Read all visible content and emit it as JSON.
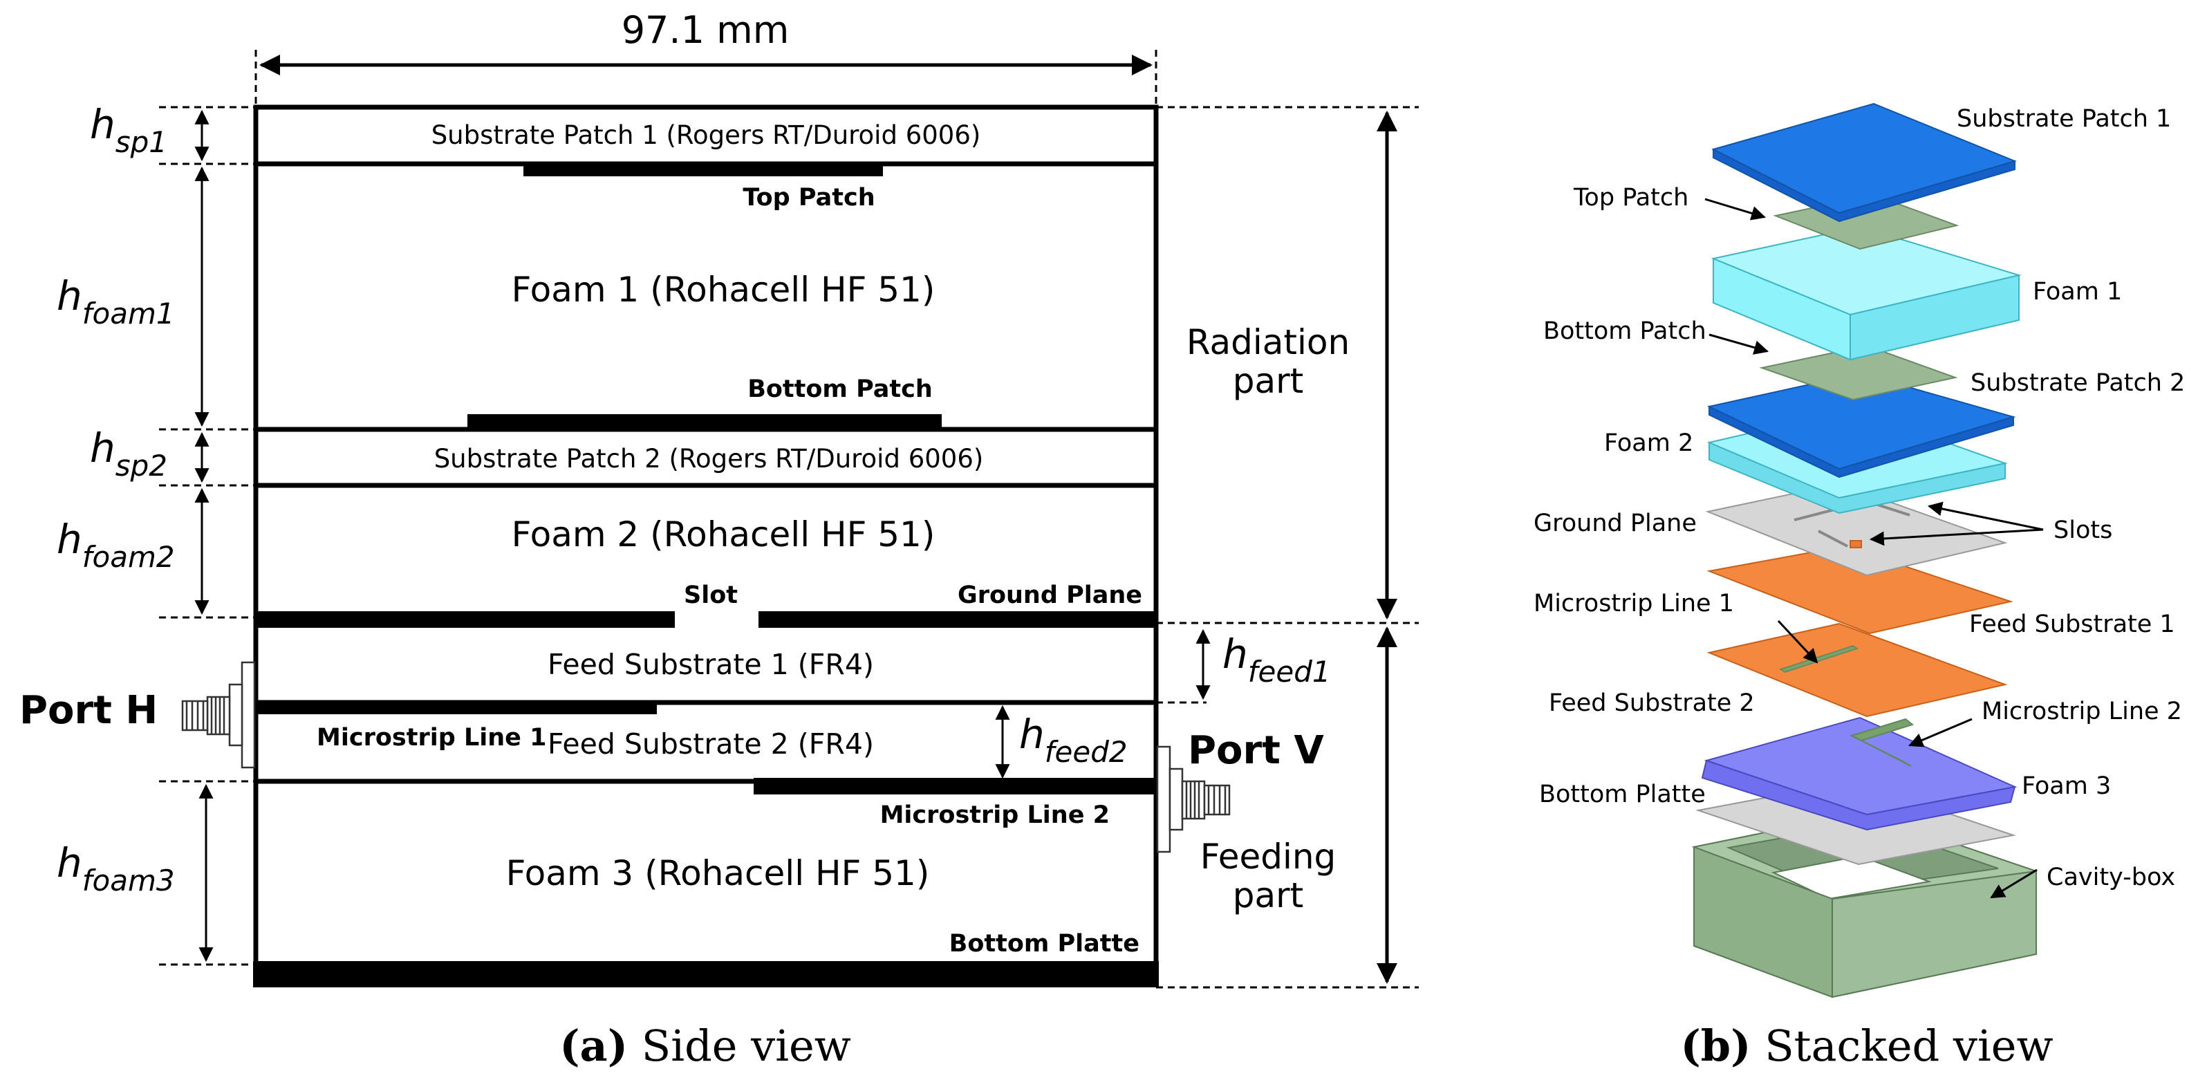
{
  "side_view": {
    "width_dim": "97.1 mm",
    "layers": {
      "sp1": "Substrate Patch 1 (Rogers RT/Duroid 6006)",
      "foam1": "Foam 1 (Rohacell HF 51)",
      "sp2": "Substrate Patch 2 (Rogers RT/Duroid 6006)",
      "foam2": "Foam 2 (Rohacell HF 51)",
      "feed1": "Feed Substrate 1 (FR4)",
      "feed2": "Feed Substrate 2 (FR4)",
      "foam3": "Foam 3 (Rohacell HF 51)"
    },
    "metal_labels": {
      "top_patch": "Top Patch",
      "bottom_patch": "Bottom Patch",
      "slot": "Slot",
      "ground_plane": "Ground Plane",
      "microstrip1": "Microstrip Line 1",
      "microstrip2": "Microstrip Line 2",
      "bottom_platte": "Bottom Platte"
    },
    "heights": {
      "sp1": {
        "base": "h",
        "sub": "sp1"
      },
      "foam1": {
        "base": "h",
        "sub": "foam1"
      },
      "sp2": {
        "base": "h",
        "sub": "sp2"
      },
      "foam2": {
        "base": "h",
        "sub": "foam2"
      },
      "foam3": {
        "base": "h",
        "sub": "foam3"
      },
      "feed1": {
        "base": "h",
        "sub": "feed1"
      },
      "feed2": {
        "base": "h",
        "sub": "feed2"
      }
    },
    "ports": {
      "h": "Port H",
      "v": "Port V"
    },
    "parts": {
      "radiation": [
        "Radiation",
        "part"
      ],
      "feeding": [
        "Feeding",
        "part"
      ]
    },
    "caption": {
      "letter": "(a)",
      "text": " Side view"
    }
  },
  "stacked_view": {
    "labels": {
      "substrate_patch1": "Substrate Patch 1",
      "top_patch": "Top Patch",
      "foam1": "Foam 1",
      "bottom_patch": "Bottom Patch",
      "substrate_patch2": "Substrate Patch 2",
      "foam2": "Foam 2",
      "ground_plane": "Ground Plane",
      "slots": "Slots",
      "microstrip1": "Microstrip Line 1",
      "feed_substrate1": "Feed Substrate 1",
      "feed_substrate2": "Feed Substrate 2",
      "microstrip2": "Microstrip Line 2",
      "bottom_platte": "Bottom Platte",
      "foam3": "Foam 3",
      "cavity_box": "Cavity-box"
    },
    "caption": {
      "letter": "(b)",
      "text": " Stacked view"
    }
  },
  "colors": {
    "substrate_patch": "#1e78e6",
    "foam": "#8ff3fb",
    "patch_metal": "#9ab894",
    "ground": "#d6d6d6",
    "feed_substrate": "#f5883f",
    "microstrip": "#7aa070",
    "foam3": "#7f7ff7",
    "cavity": "#98b894"
  }
}
